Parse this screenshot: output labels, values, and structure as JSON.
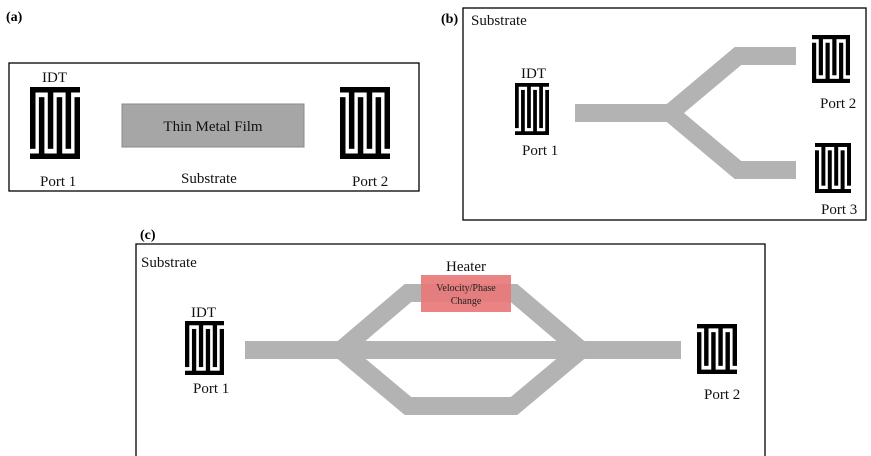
{
  "panels": {
    "a": {
      "tag": "(a)",
      "idt_label": "IDT",
      "film_label": "Thin Metal Film",
      "substrate_label": "Substrate",
      "port1_label": "Port 1",
      "port2_label": "Port 2"
    },
    "b": {
      "tag": "(b)",
      "substrate_label": "Substrate",
      "idt_label": "IDT",
      "port1_label": "Port 1",
      "port2_label": "Port 2",
      "port3_label": "Port 3"
    },
    "c": {
      "tag": "(c)",
      "substrate_label": "Substrate",
      "idt_label": "IDT",
      "heater_label": "Heater",
      "heater_text_line1": "Velocity/Phase",
      "heater_text_line2": "Change",
      "port1_label": "Port 1",
      "port2_label": "Port 2"
    }
  },
  "colors": {
    "idt": "#000000",
    "waveguide": "#b3b3b3",
    "film_fill": "#a6a6a6",
    "heater_fill": "#e87a7a",
    "frame": "#000000"
  }
}
